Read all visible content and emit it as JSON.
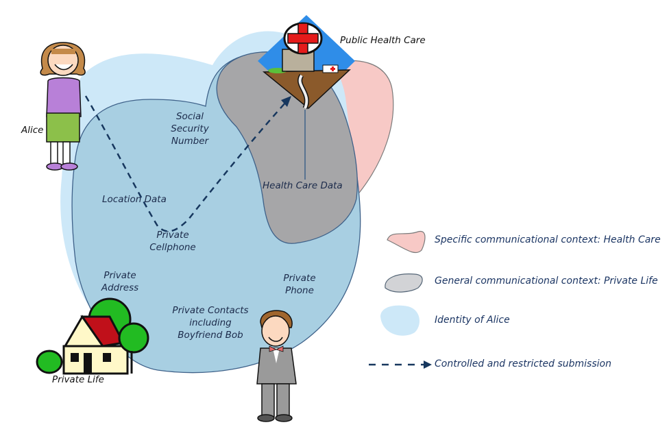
{
  "title": "Identity of Alice and communicational contexts",
  "colors": {
    "identity": "#cde8f8",
    "private_life": "#a8cfe2",
    "health_care_overlap": "#a6a6a8",
    "health_care": "#f7c9c6",
    "outline": "#3e6189",
    "arrow": "#17375e",
    "text": "#1b2a4a"
  },
  "labels": {
    "public_health_care": "Public Health Care",
    "alice": "Alice",
    "social_security_1": "Social",
    "social_security_2": "Security",
    "social_security_3": "Number",
    "health_care_data": "Health Care Data",
    "location_data": "Location Data",
    "private_cellphone_1": "Private",
    "private_cellphone_2": "Cellphone",
    "private_address_1": "Private",
    "private_address_2": "Address",
    "private_phone_1": "Private",
    "private_phone_2": "Phone",
    "private_contacts_1": "Private Contacts",
    "private_contacts_2": "including",
    "private_contacts_3": "Boyfriend Bob",
    "private_life": "Private Life"
  },
  "legend": [
    {
      "swatch": "pink-blob",
      "label": "Specific communicational context: Health Care"
    },
    {
      "swatch": "grey-blob",
      "label": "General communicational context: Private Life"
    },
    {
      "swatch": "light-blue-blob",
      "label": "Identity of Alice"
    },
    {
      "swatch": "dashed-arrow",
      "label": "Controlled and restricted submission"
    }
  ]
}
